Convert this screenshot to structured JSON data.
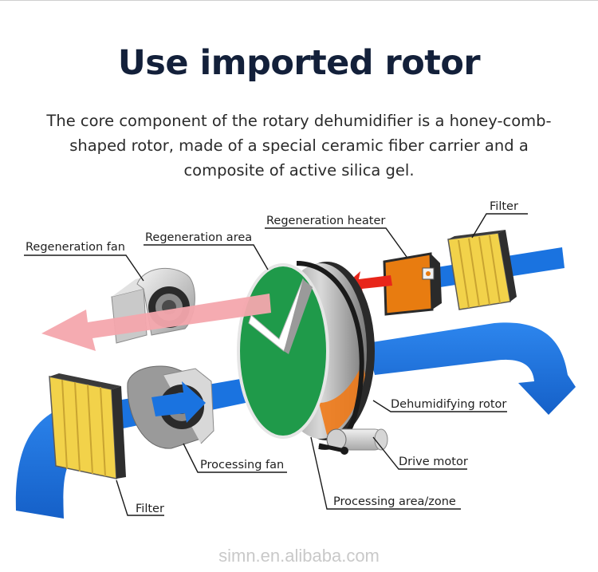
{
  "header": {
    "title": "Use imported rotor",
    "description": "The core component of the rotary dehumidifier is a honey-comb-shaped rotor, made of a special ceramic fiber carrier and a composite of active silica gel."
  },
  "diagram": {
    "labels": {
      "regeneration_fan": "Regeneration fan",
      "regeneration_area": "Regeneration area",
      "regeneration_heater": "Regeneration heater",
      "filter_top": "Filter",
      "dehumidifying_rotor": "Dehumidifying rotor",
      "drive_motor": "Drive motor",
      "processing_fan": "Processing fan",
      "processing_area": "Processing area/zone",
      "filter_bottom": "Filter"
    },
    "colors": {
      "process_air": "#1a73e0",
      "regen_air": "#f4a6ad",
      "hot_air": "#e8261a",
      "rotor_face": "#1f9a4a",
      "heater": "#e87c10",
      "filter": "#f2d24a"
    }
  },
  "footer": {
    "watermark": "simn.en.alibaba.com"
  }
}
